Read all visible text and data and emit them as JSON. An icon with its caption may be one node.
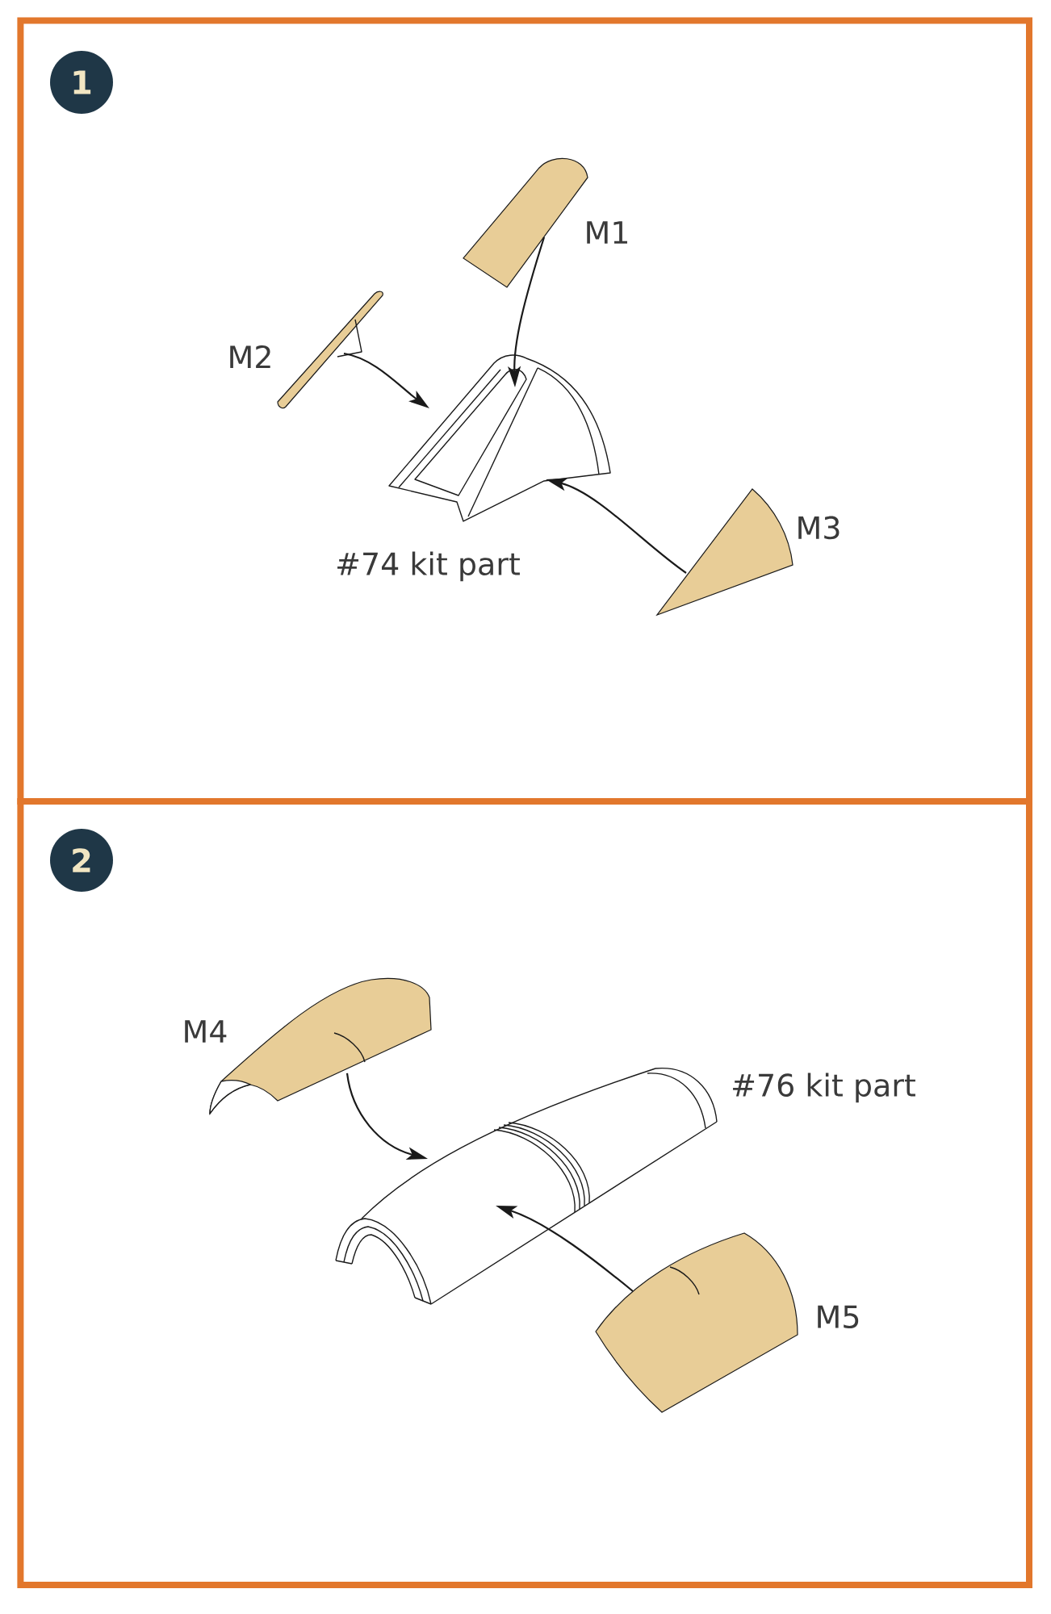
{
  "diagram": {
    "nodes": [
      {
        "text": [],
        "shape": "box"
      },
      {
        "text": [
          "1"
        ],
        "in": 0
      },
      {
        "text": [
          "M1"
        ],
        "in": 0
      },
      {
        "text": [
          "M2"
        ],
        "in": 0
      },
      {
        "text": [
          "#74 kit part"
        ],
        "in": 0
      },
      {
        "text": [
          "M3"
        ],
        "in": 0
      },
      {
        "text": [],
        "shape": "box"
      },
      {
        "text": [
          "2"
        ],
        "in": 6
      },
      {
        "text": [
          "M4"
        ],
        "in": 6
      },
      {
        "text": [
          "#76 kit part"
        ],
        "in": 6
      },
      {
        "text": [
          "M5"
        ],
        "in": 6
      }
    ],
    "edges": [
      {
        "from": 2,
        "to": 4,
        "arrow": "to"
      },
      {
        "from": 3,
        "to": 4,
        "arrow": "to"
      },
      {
        "from": 5,
        "to": 4,
        "arrow": "to"
      },
      {
        "from": 8,
        "to": 9,
        "arrow": "to"
      },
      {
        "from": 10,
        "to": 9,
        "arrow": "to"
      }
    ]
  }
}
